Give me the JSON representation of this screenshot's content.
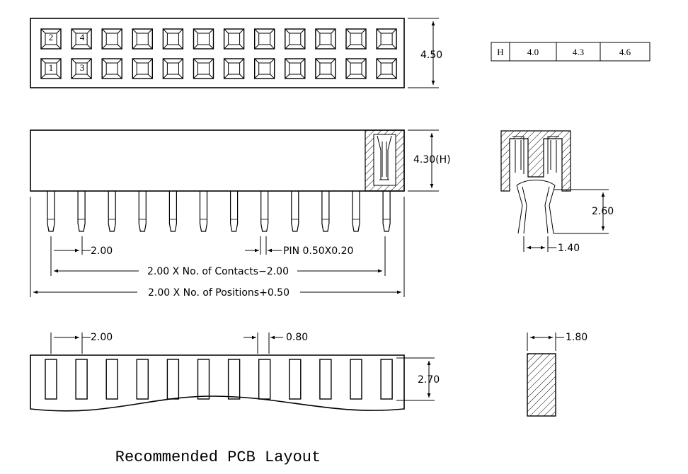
{
  "top_view": {
    "height_dim": "4.50",
    "pin_labels": {
      "row_top_1": "2",
      "row_top_2": "4",
      "row_bottom_1": "1",
      "row_bottom_2": "3"
    }
  },
  "height_table": {
    "header": "H",
    "values": [
      "4.0",
      "4.3",
      "4.6"
    ]
  },
  "side_view": {
    "height_dim": "4.30(H)",
    "pitch_dim": "2.00",
    "pin_dim": "PIN  0.50X0.20",
    "contacts_dim": "2.00  X  No.  of  Contacts−2.00",
    "positions_dim": "2.00  X  No.  of  Positions+0.50"
  },
  "end_view": {
    "tail_length_dim": "2.60",
    "tail_spacing_dim": "1.40"
  },
  "pcb_layout": {
    "pitch_dim": "2.00",
    "slot_width_dim": "0.80",
    "slot_height_dim": "2.70",
    "end_slot_width_dim": "1.80",
    "caption": "Recommended PCB Layout"
  }
}
